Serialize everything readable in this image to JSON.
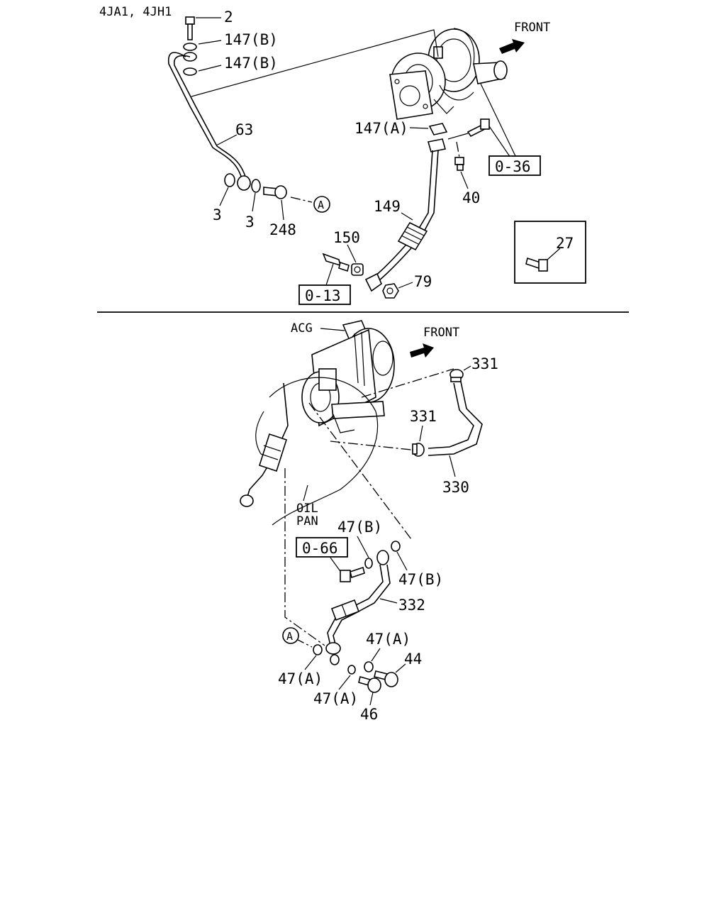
{
  "header": {
    "engine_models": "4JA1, 4JH1"
  },
  "upper": {
    "front": "FRONT",
    "labels": {
      "p2": "2",
      "p147b_1": "147(B)",
      "p147b_2": "147(B)",
      "p63": "63",
      "p3_left": "3",
      "p3_right": "3",
      "p248": "248",
      "circle_a": "A",
      "p147a": "147(A)",
      "p40": "40",
      "p149": "149",
      "p150": "150",
      "p79": "79",
      "ref_036": "0-36",
      "ref_013": "0-13",
      "p27": "27"
    }
  },
  "lower": {
    "front": "FRONT",
    "labels": {
      "acg": "ACG",
      "p331_top": "331",
      "p331_mid": "331",
      "p330": "330",
      "oil_pan_1": "OIL",
      "oil_pan_2": "PAN",
      "p47b_top": "47(B)",
      "ref_066": "0-66",
      "p47b_right": "47(B)",
      "p332": "332",
      "circle_a": "A",
      "p47a_top": "47(A)",
      "p44": "44",
      "p47a_left": "47(A)",
      "p47a_bottom": "47(A)",
      "p46": "46"
    }
  }
}
